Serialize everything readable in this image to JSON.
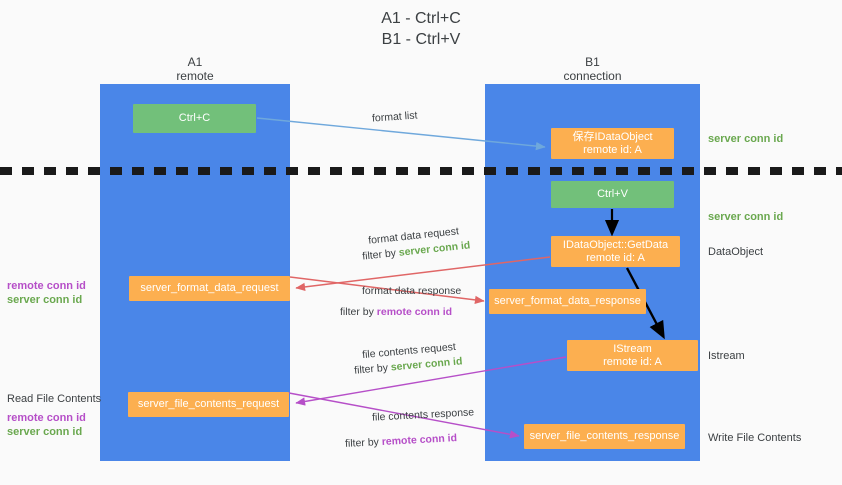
{
  "title": "A1 - Ctrl+C\nB1 - Ctrl+V",
  "columns": [
    {
      "name": "A1",
      "role": "remote",
      "label": "A1\nremote"
    },
    {
      "name": "B1",
      "role": "connection",
      "label": "B1\nconnection"
    }
  ],
  "colors": {
    "lane": "#4a86e8",
    "green_node": "#72c07a",
    "orange_node": "#fcaf50",
    "server_conn_id": "#6aa84f",
    "remote_conn_id": "#b64fc8",
    "background": "#fafafa",
    "text": "#3c4043",
    "arrow_blue": "#6fa8dc",
    "arrow_red": "#e06666",
    "arrow_purple": "#b64fc8",
    "arrow_black": "#000000"
  },
  "nodes": {
    "ctrl_c": "Ctrl+C",
    "save_dataobject": "保存IDataObject\nremote id: A",
    "ctrl_v": "Ctrl+V",
    "getdata": "IDataObject::GetData\nremote id: A",
    "istream": "IStream\nremote id: A",
    "server_format_data_request": "server_format_data_request",
    "server_format_data_response": "server_format_data_response",
    "server_file_contents_request": "server_file_contents_request",
    "server_file_contents_response": "server_file_contents_response"
  },
  "right_labels": {
    "server_conn_id_top": "server conn id",
    "server_conn_id_mid": "server conn id",
    "dataobject": "DataObject",
    "istream": "Istream",
    "write_file_contents": "Write File Contents"
  },
  "left_labels": {
    "conn_ids": "remote conn id\nserver conn id",
    "read_file_contents": "Read File Contents",
    "read_conn_ids": "remote conn id\nserver conn id"
  },
  "captions": {
    "format_list": "format list",
    "format_data_request": "format data request",
    "format_data_request_filter_prefix": "filter by ",
    "format_data_request_filter_value": "server conn id",
    "format_data_response": "format data response",
    "format_data_response_filter_prefix": "filter by ",
    "format_data_response_filter_value": "remote conn id",
    "file_contents_request": "file contents request",
    "file_contents_request_filter_prefix": "filter by ",
    "file_contents_request_filter_value": "server conn id",
    "file_contents_response": "file contents response",
    "file_contents_response_filter_prefix": "filter by ",
    "file_contents_response_filter_value": "remote conn id"
  }
}
